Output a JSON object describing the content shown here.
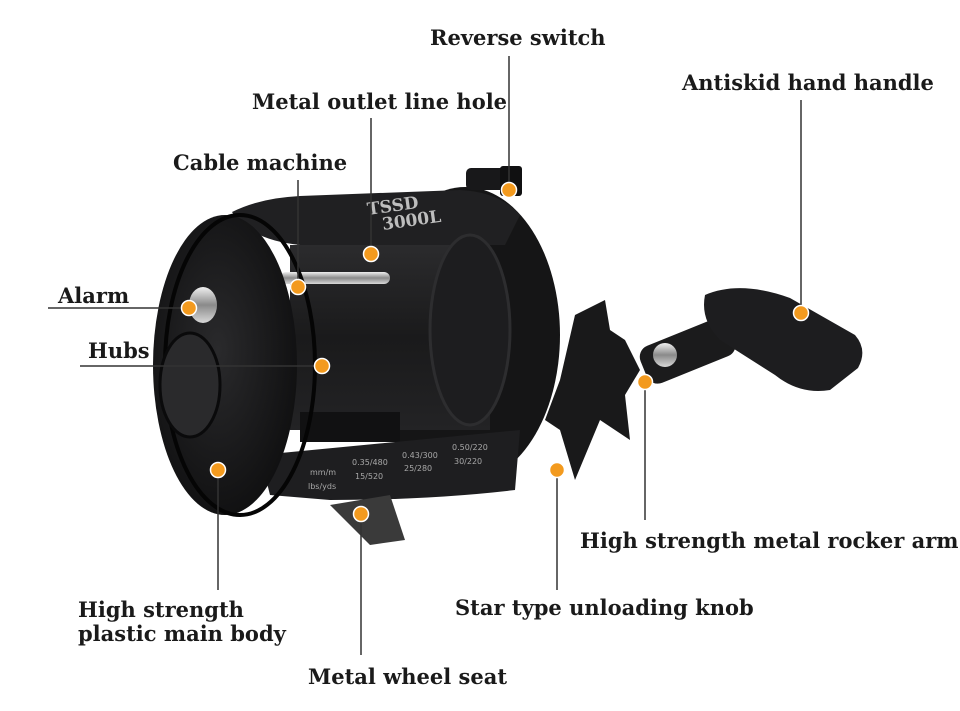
{
  "product": {
    "model_line1": "TSSD",
    "model_line2": "3000L",
    "line_chart": {
      "row1": [
        "mm/m",
        "0.35/480",
        "0.43/300",
        "0.50/220"
      ],
      "row2": [
        "lbs/yds",
        "15/520",
        "25/280",
        "30/220"
      ]
    }
  },
  "colors": {
    "marker": "#f39a1e",
    "leader_line": "#333333",
    "label_text": "#1a1a1a",
    "reel_body": "#1c1c1e"
  },
  "callouts": [
    {
      "id": "reverse-switch",
      "text": "Reverse switch"
    },
    {
      "id": "antiskid-hand-handle",
      "text": "Antiskid hand handle"
    },
    {
      "id": "metal-outlet-line-hole",
      "text": "Metal outlet line hole"
    },
    {
      "id": "cable-machine",
      "text": "Cable machine"
    },
    {
      "id": "alarm",
      "text": "Alarm"
    },
    {
      "id": "hubs",
      "text": "Hubs"
    },
    {
      "id": "high-strength-metal-rocker-arm",
      "text": "High strength metal rocker arm"
    },
    {
      "id": "star-type-unloading-knob",
      "text": "Star type unloading knob"
    },
    {
      "id": "high-strength-plastic-main-body",
      "text": "High strength plastic main body"
    },
    {
      "id": "metal-wheel-seat",
      "text": "Metal wheel seat"
    }
  ]
}
